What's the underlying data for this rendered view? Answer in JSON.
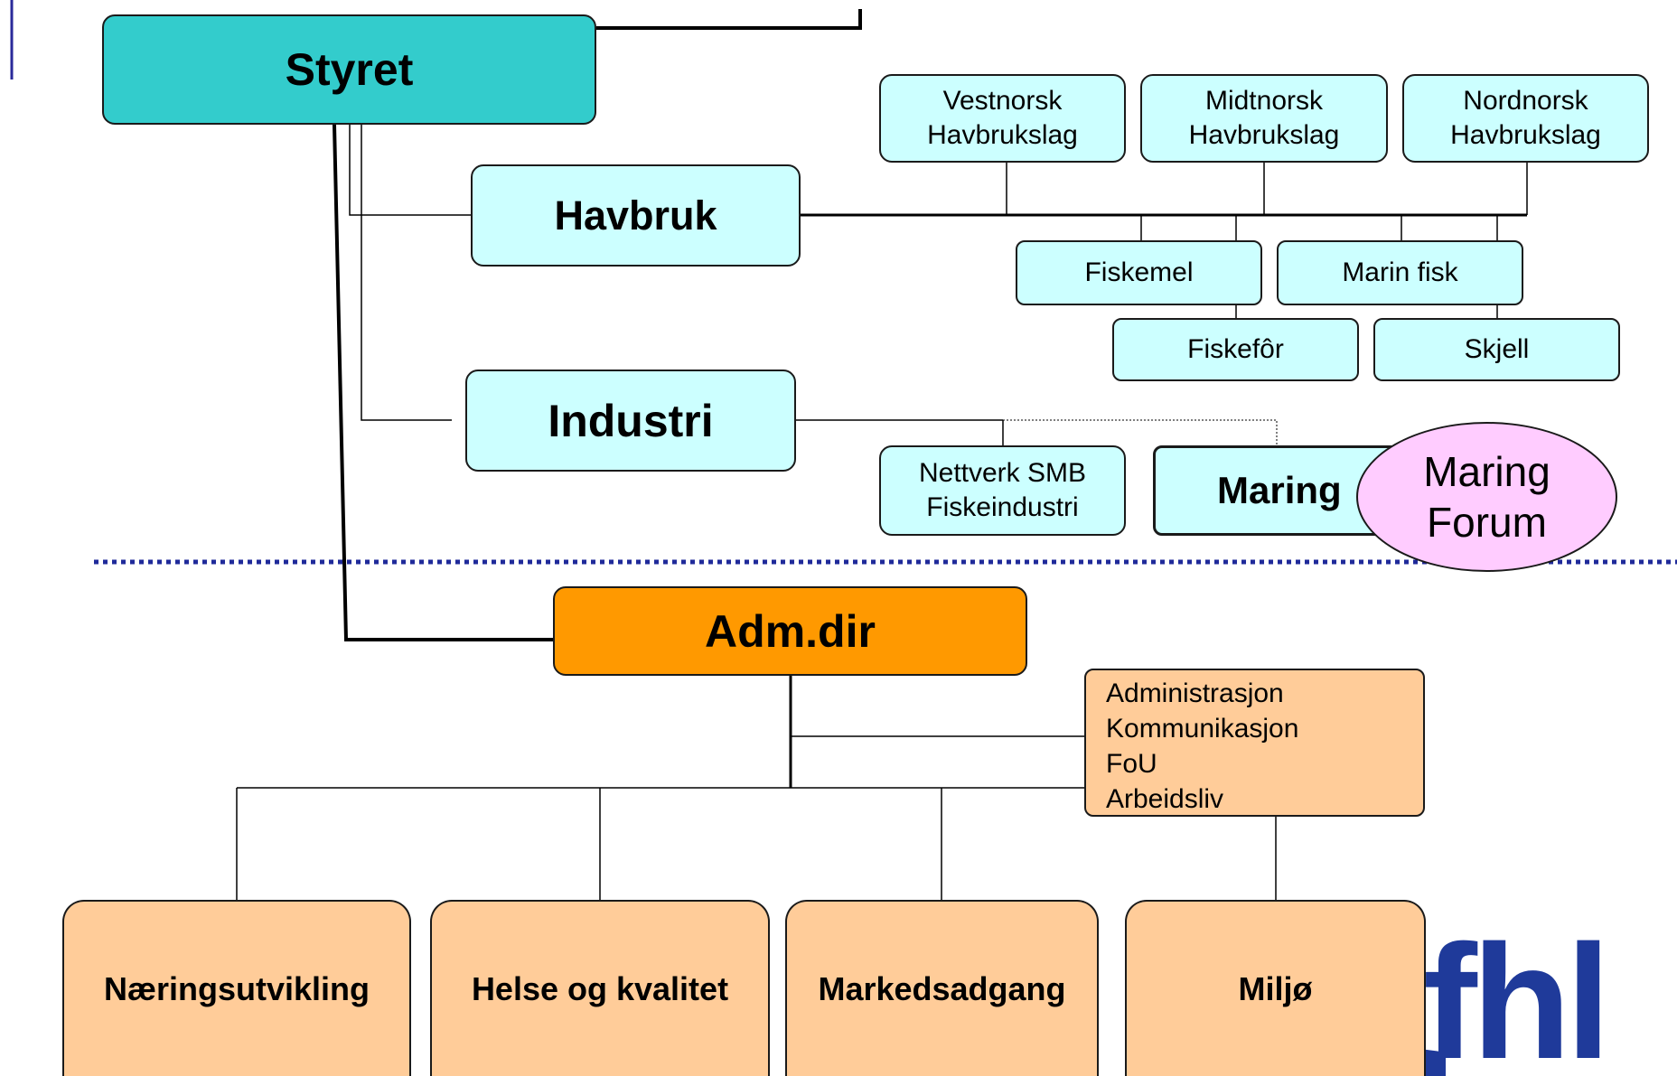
{
  "org_chart": {
    "board": "Styret",
    "havbruk": {
      "label": "Havbruk",
      "associations": [
        "Vestnorsk\nHavbrukslag",
        "Midtnorsk\nHavbrukslag",
        "Nordnorsk\nHavbrukslag"
      ],
      "groups": [
        "Fiskemel",
        "Marin fisk",
        "Fiskefôr",
        "Skjell"
      ]
    },
    "industri": {
      "label": "Industri",
      "network": "Nettverk SMB\nFiskeindustri",
      "maring": "Maring",
      "maring_forum": "Maring\nForum"
    },
    "ceo": "Adm.dir",
    "staff": [
      "Administrasjon",
      "Kommunikasjon",
      "FoU",
      "Arbeidsliv"
    ],
    "departments": [
      "Næringsutvikling",
      "Helse og kvalitet",
      "Markedsadgang",
      "Miljø"
    ]
  },
  "colors": {
    "board": "#33cccc",
    "light_boxes": "#ccffff",
    "ceo": "#ff9900",
    "departments": "#ffcc99",
    "forum": "#ffccff",
    "divider": "#1f2a9a"
  },
  "logo": {
    "text": "fhl",
    "color": "#1f3a9a"
  }
}
